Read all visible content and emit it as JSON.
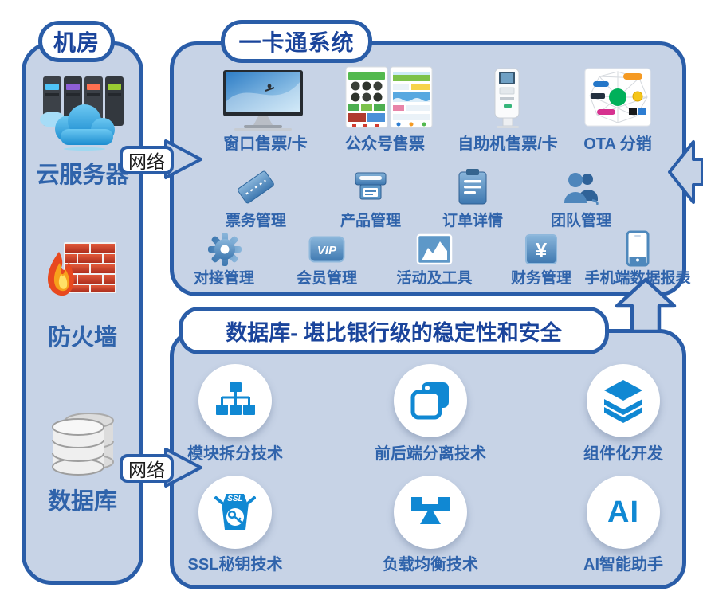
{
  "colors": {
    "panel_fill": "#C7D3E6",
    "panel_border": "#2A5DA8",
    "title_text": "#1A449B",
    "label_text": "#2F63AB",
    "feature_icon_blue": "#1088D3"
  },
  "machine_room": {
    "title": "机房",
    "items": [
      {
        "icon": "cloud-server",
        "label": "云服务器"
      },
      {
        "icon": "firewall",
        "label": "防火墙"
      },
      {
        "icon": "database",
        "label": "数据库"
      }
    ]
  },
  "connectors": {
    "network_top": "网络",
    "network_bottom": "网络"
  },
  "card_system": {
    "title": "一卡通系统",
    "channels": [
      {
        "label": "窗口售票/卡"
      },
      {
        "label": "公众号售票"
      },
      {
        "label": "自助机售票/卡"
      },
      {
        "label": "OTA 分销"
      }
    ],
    "modules": [
      {
        "label": "票务管理"
      },
      {
        "label": "产品管理"
      },
      {
        "label": "订单详情"
      },
      {
        "label": "团队管理"
      }
    ],
    "tools": [
      {
        "label": "对接管理"
      },
      {
        "label": "会员管理"
      },
      {
        "label": "活动及工具"
      },
      {
        "label": "财务管理"
      },
      {
        "label": "手机端数据报表"
      }
    ],
    "vip_badge": "VIP",
    "finance_symbol": "¥"
  },
  "database_panel": {
    "title": "数据库- 堪比银行级的稳定性和安全",
    "features": [
      {
        "label": "模块拆分技术"
      },
      {
        "label": "前后端分离技术"
      },
      {
        "label": "组件化开发"
      },
      {
        "label": "SSL秘钥技术"
      },
      {
        "label": "负载均衡技术"
      },
      {
        "label": "AI智能助手"
      }
    ],
    "ssl_badge": "SSL",
    "ai_badge": "AI"
  }
}
